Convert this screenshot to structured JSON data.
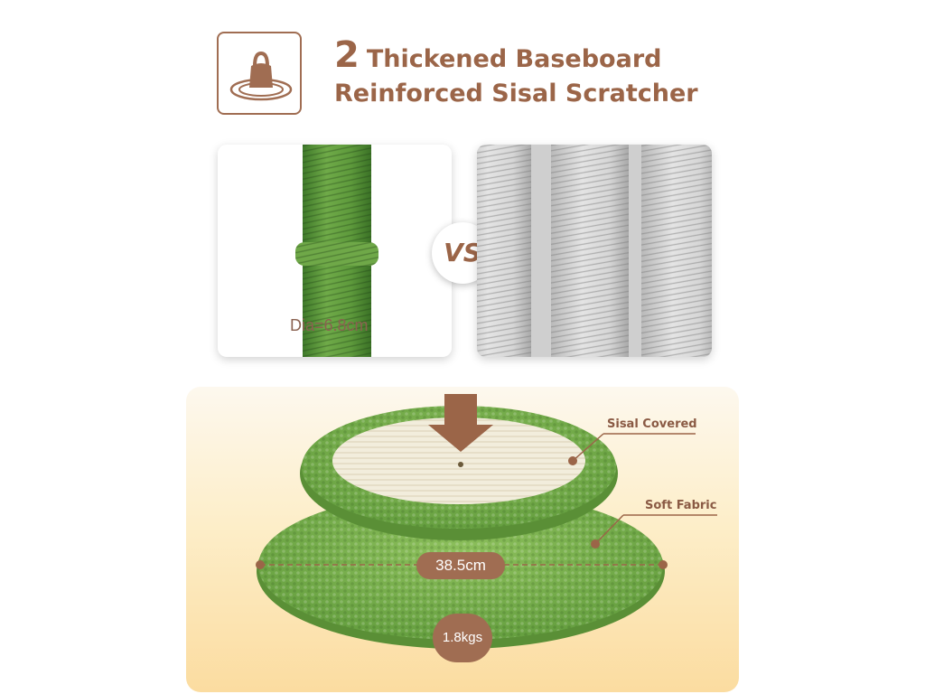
{
  "header": {
    "icon": "kettlebell-base-icon",
    "number": "2",
    "title_line1": "Thickened Baseboard",
    "title_line2": "Reinforced Sisal Scratcher"
  },
  "comparison": {
    "left_label": "Dia=6.8cm",
    "vs_label": "VS"
  },
  "base": {
    "callout_top": "Sisal Covered",
    "callout_bottom": "Soft Fabric",
    "width_label": "38.5cm",
    "weight_label": "1.8kgs"
  },
  "colors": {
    "brand_brown": "#a06d52",
    "post_green": "#5f9d3e",
    "fabric_green": "#7cb24f",
    "sisal_cream": "#f2eddc",
    "rope_gray": "#d8d8d8"
  }
}
